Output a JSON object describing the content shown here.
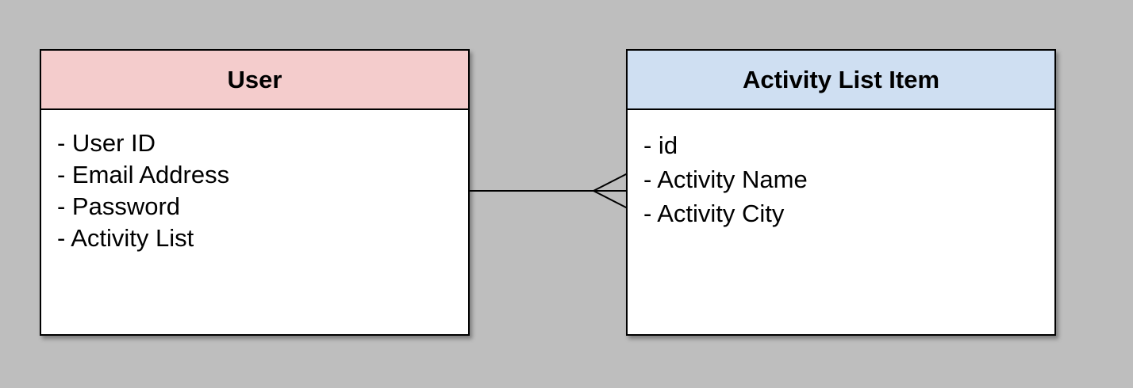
{
  "colors": {
    "background": "#bebebe",
    "user_header": "#f4cccc",
    "activity_header": "#cfdff2",
    "border": "#000000"
  },
  "entities": {
    "user": {
      "title": "User",
      "attributes": [
        "- User ID",
        "- Email Address",
        "- Password",
        "- Activity List"
      ]
    },
    "activity_list_item": {
      "title": "Activity List Item",
      "attributes": [
        "- id",
        "- Activity Name",
        "- Activity City"
      ]
    }
  },
  "relationship": {
    "from": "User",
    "to": "Activity List Item",
    "cardinality": "one-to-many"
  }
}
